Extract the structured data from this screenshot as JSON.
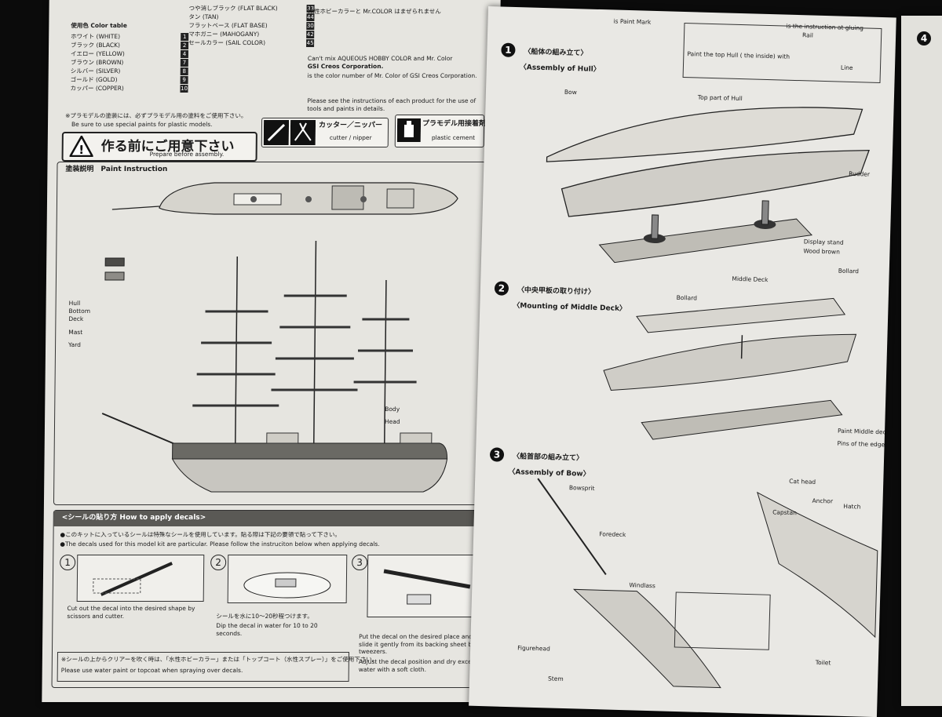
{
  "left": {
    "color_table_title": "使用色 Color table",
    "colors_col1": [
      {
        "label": "ホワイト (WHITE)",
        "code": "1"
      },
      {
        "label": "ブラック (BLACK)",
        "code": "2"
      },
      {
        "label": "イエロー (YELLOW)",
        "code": "4"
      },
      {
        "label": "ブラウン (BROWN)",
        "code": "7"
      },
      {
        "label": "シルバー (SILVER)",
        "code": "8"
      },
      {
        "label": "ゴールド (GOLD)",
        "code": "9"
      },
      {
        "label": "カッパー (COPPER)",
        "code": "10"
      }
    ],
    "colors_col2": [
      {
        "label": "つや消しブラック (FLAT BLACK)",
        "code": "33"
      },
      {
        "label": "タン (TAN)",
        "code": "44"
      },
      {
        "label": "フラットベース (FLAT BASE)",
        "code": "30"
      },
      {
        "label": "マホガニー (MAHOGANY)",
        "code": "42"
      },
      {
        "label": "セールカラー (SAIL COLOR)",
        "code": "45"
      }
    ],
    "hobby_note": "水性ホビーカラーと Mr.COLOR はまぜられません",
    "gsi": "GSI Creos Corporation.",
    "note_en1": "Can't mix AQUEOUS HOBBY COLOR and Mr. Color",
    "note_en2": "is the color number of Mr. Color of GSI Creos Corporation.",
    "note_en3": "Please see the instructions of each product for the use of tools and paints in details.",
    "plastic_note": "※プラモデルの塗装には、必ずプラモデル用の塗料をご使用下さい。",
    "plastic_note_en": "Be sure to use special paints for plastic models.",
    "warning_jp": "作る前にご用意下さい",
    "warning_en": "Prepare before assembly.",
    "cutter_jp": "カッター／ニッパー",
    "cutter_en": "cutter / nipper",
    "cement_jp": "プラモデル用接着剤",
    "cement_en": "plastic cement",
    "paint_title": "塗装説明　Paint Instruction",
    "hull_legend": "Hull",
    "bottom_legend": "Bottom",
    "deck_legend": "Deck",
    "mast_legend": "Mast",
    "yard_legend": "Yard",
    "body_label": "Body",
    "head_label": "Head",
    "decal_title": "<シールの貼り方 How to apply decals>",
    "decal_intro_jp": "●このキットに入っているシールは特殊なシールを使用しています。貼る際は下記の要領で貼って下さい。",
    "decal_intro_en": "●The decals used for this model kit are particular. Please follow the instruciton below when applying decals.",
    "step1_en": "Cut out the decal into the desired shape by scissors and cutter.",
    "step2_jp": "シールを水に10〜20秒程つけます。",
    "step2_en": "Dip the decal in water for 10 to 20 seconds.",
    "step3_en1": "Put the decal on the desired place and slide it gently from its backing sheet by tweezers.",
    "step3_en2": "Adjust the decal position and dry excess water with a soft cloth.",
    "topcoat_jp": "※シールの上からクリアーを吹く時は、「水性ホビーカラー」または「トップコート（水性スプレー）」をご使用下さい。",
    "topcoat_en": "Please use water paint or topcoat when spraying over decals."
  },
  "right": {
    "paint_mark": "is Paint Mark",
    "glue_mark": "is the instruction at gluing",
    "step1_jp": "〈船体の組み立て〉",
    "step1_en": "〈Assembly of Hull〉",
    "top_hull": "Top part of Hull",
    "bow": "Bow",
    "rudder": "Rudder",
    "display_stand": "Display stand",
    "wood_brown": "Wood brown",
    "rail": "Rail",
    "line": "Line",
    "hull_paint_note": "Paint the top Hull ( the inside) with",
    "step2_jp": "〈中央甲板の取り付け〉",
    "step2_en": "〈Mounting of Middle Deck〉",
    "middle_deck": "Middle Deck",
    "bollard": "Bollard",
    "step3_jp": "〈船首部の組み立て〉",
    "step3_en": "〈Assembly of Bow〉",
    "bowsprit": "Bowsprit",
    "foredeck": "Foredeck",
    "windlass": "Windlass",
    "figurehead": "Figurehead",
    "stem": "Stem",
    "cat_head": "Cat head",
    "anchor": "Anchor",
    "capstan": "Capstan",
    "hatch": "Hatch",
    "toilet": "Toilet",
    "pins_edge": "Pins of the edge",
    "paint_middle": "Paint Middle deck"
  }
}
